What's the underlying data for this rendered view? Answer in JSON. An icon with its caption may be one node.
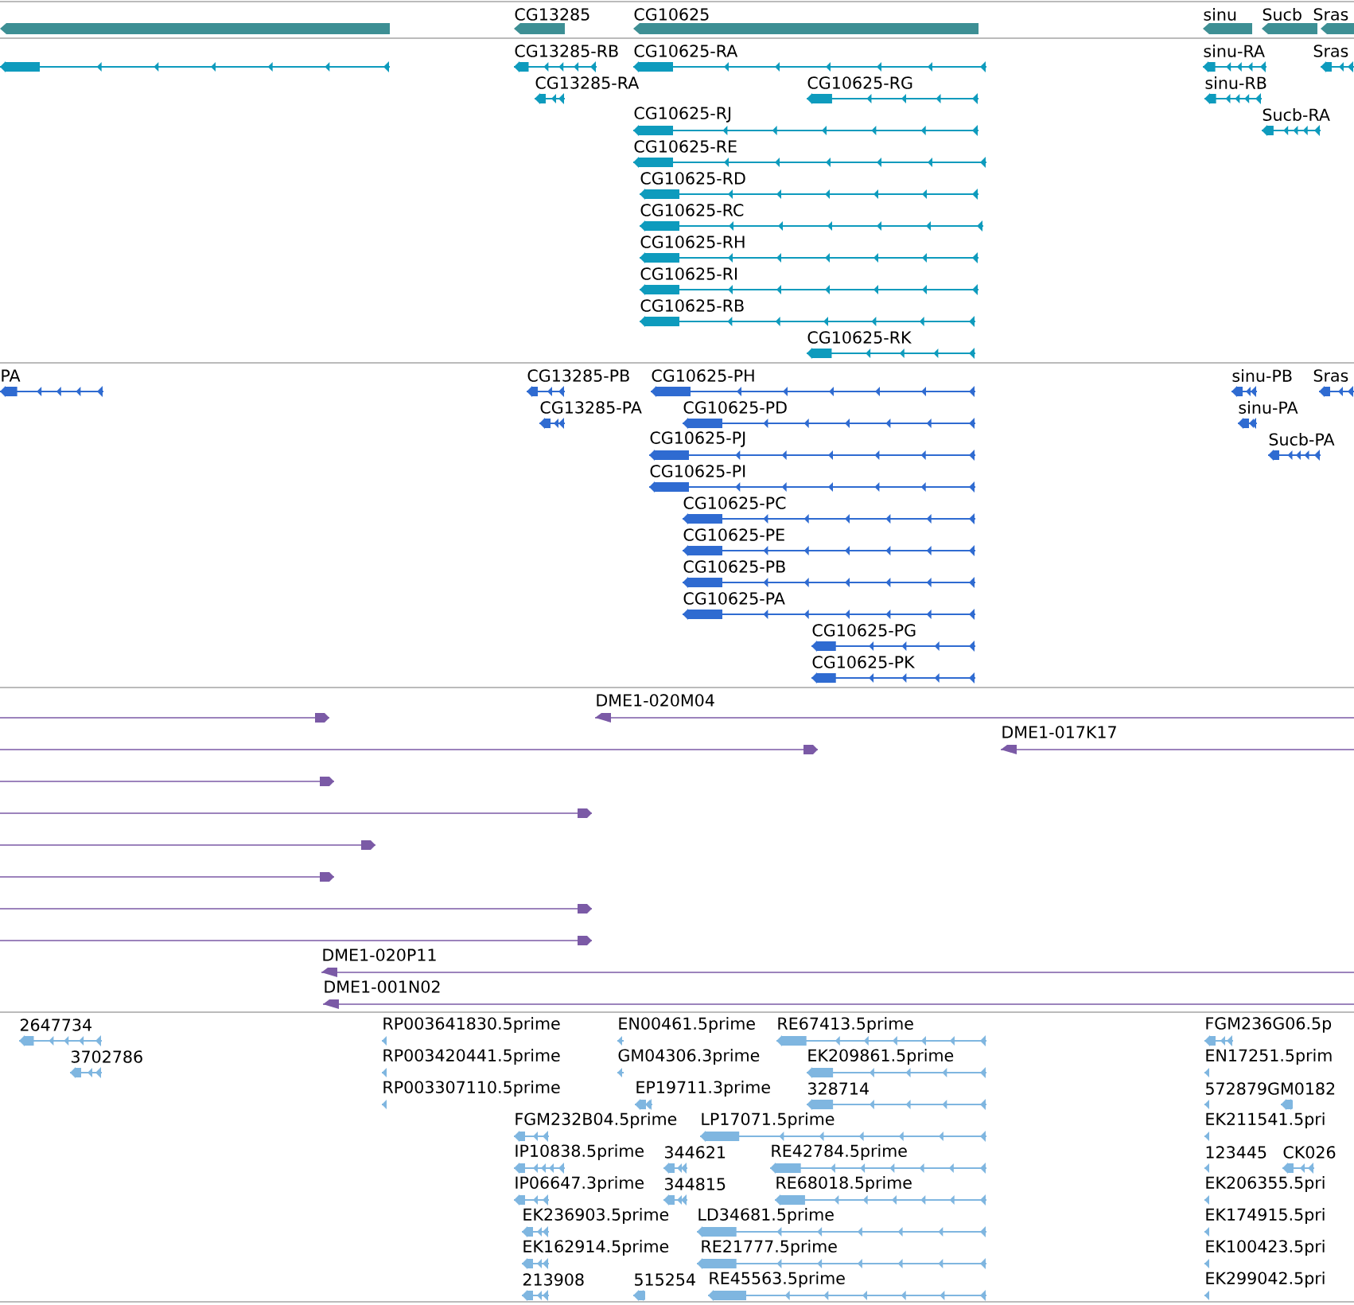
{
  "diagram": {
    "labels": [
      "CG13285",
      "CG10625",
      "sinu",
      "Sucb",
      "Sras",
      "CG13285-RB",
      "CG10625-RA",
      "sinu-RA",
      "Sras",
      "CG13285-RA",
      "CG10625-RG",
      "sinu-RB",
      "CG10625-RJ",
      "Sucb-RA",
      "CG10625-RE",
      "CG10625-RD",
      "CG10625-RC",
      "CG10625-RH",
      "CG10625-RI",
      "CG10625-RB",
      "CG10625-RK",
      "PA",
      "CG13285-PB",
      "CG10625-PH",
      "sinu-PB",
      "Sras",
      "CG13285-PA",
      "CG10625-PD",
      "sinu-PA",
      "CG10625-PJ",
      "Sucb-PA",
      "CG10625-PI",
      "CG10625-PC",
      "CG10625-PE",
      "CG10625-PB",
      "CG10625-PA",
      "CG10625-PG",
      "CG10625-PK",
      "DME1-020M04",
      "DME1-017K17",
      "DME1-020P11",
      "DME1-001N02",
      "2647734",
      "RP003641830.5prime",
      "EN00461.5prime",
      "RE67413.5prime",
      "FGM236G06.5p",
      "3702786",
      "RP003420441.5prime",
      "GM04306.3prime",
      "EK209861.5prime",
      "EN17251.5prim",
      "RP003307110.5prime",
      "EP19711.3prime",
      "328714",
      "572879GM0182",
      "FGM232B04.5prime",
      "LP17071.5prime",
      "EK211541.5pri",
      "IP10838.5prime",
      "344621",
      "RE42784.5prime",
      "123445",
      "CK026",
      "IP06647.3prime",
      "344815",
      "RE68018.5prime",
      "EK206355.5pri",
      "EK236903.5prime",
      "LD34681.5prime",
      "EK174915.5pri",
      "EK162914.5prime",
      "RE21777.5prime",
      "EK100423.5pri",
      "213908",
      "515254",
      "RE45563.5prime",
      "EK299042.5pri"
    ]
  }
}
